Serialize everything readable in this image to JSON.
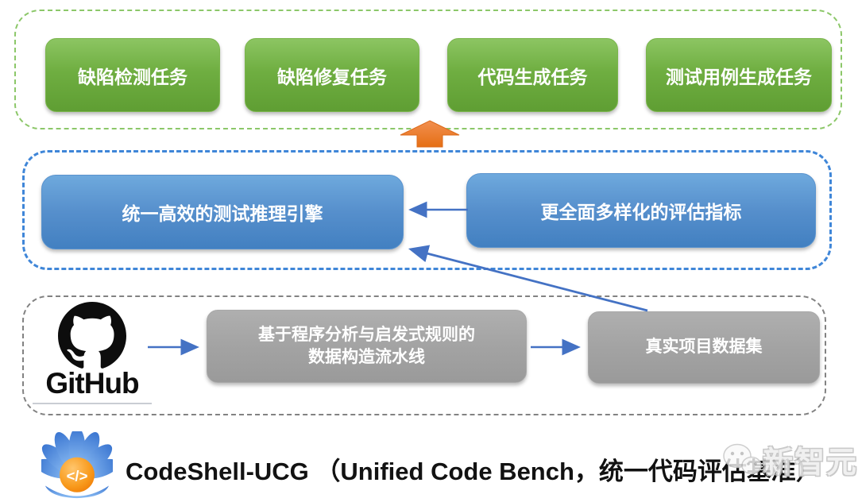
{
  "top_section": {
    "tasks": [
      {
        "label": "缺陷检测任务"
      },
      {
        "label": "缺陷修复任务"
      },
      {
        "label": "代码生成任务"
      },
      {
        "label": "测试用例生成任务"
      }
    ]
  },
  "middle_section": {
    "engine_label": "统一高效的测试推理引擎",
    "metrics_label": "更全面多样化的评估指标"
  },
  "bottom_section": {
    "github_label": "GitHub",
    "pipeline_label_line1": "基于程序分析与启发式规则的",
    "pipeline_label_line2": "数据构造流水线",
    "dataset_label": "真实项目数据集"
  },
  "footer": {
    "caption": "CodeShell-UCG （Unified Code Bench，统一代码评估基准）",
    "watermark": "新智元"
  },
  "icons": {
    "github": "github-octocat-icon",
    "codeshell": "codeshell-logo-icon",
    "up_arrow": "up-arrow-icon",
    "watermark_icon": "wechat-icon"
  },
  "colors": {
    "task_green_top": "#8CC562",
    "task_green_bottom": "#5F9E33",
    "green_dash": "#8CC769",
    "blue_box_top": "#6EA9DD",
    "blue_box_bottom": "#4280C1",
    "blue_dash": "#3F86D8",
    "gray_box": "#A3A3A3",
    "gray_dash": "#828282",
    "arrow_blue": "#4472C4",
    "arrow_orange": "#ED7D31",
    "text_on_box": "#FFFFFF"
  }
}
